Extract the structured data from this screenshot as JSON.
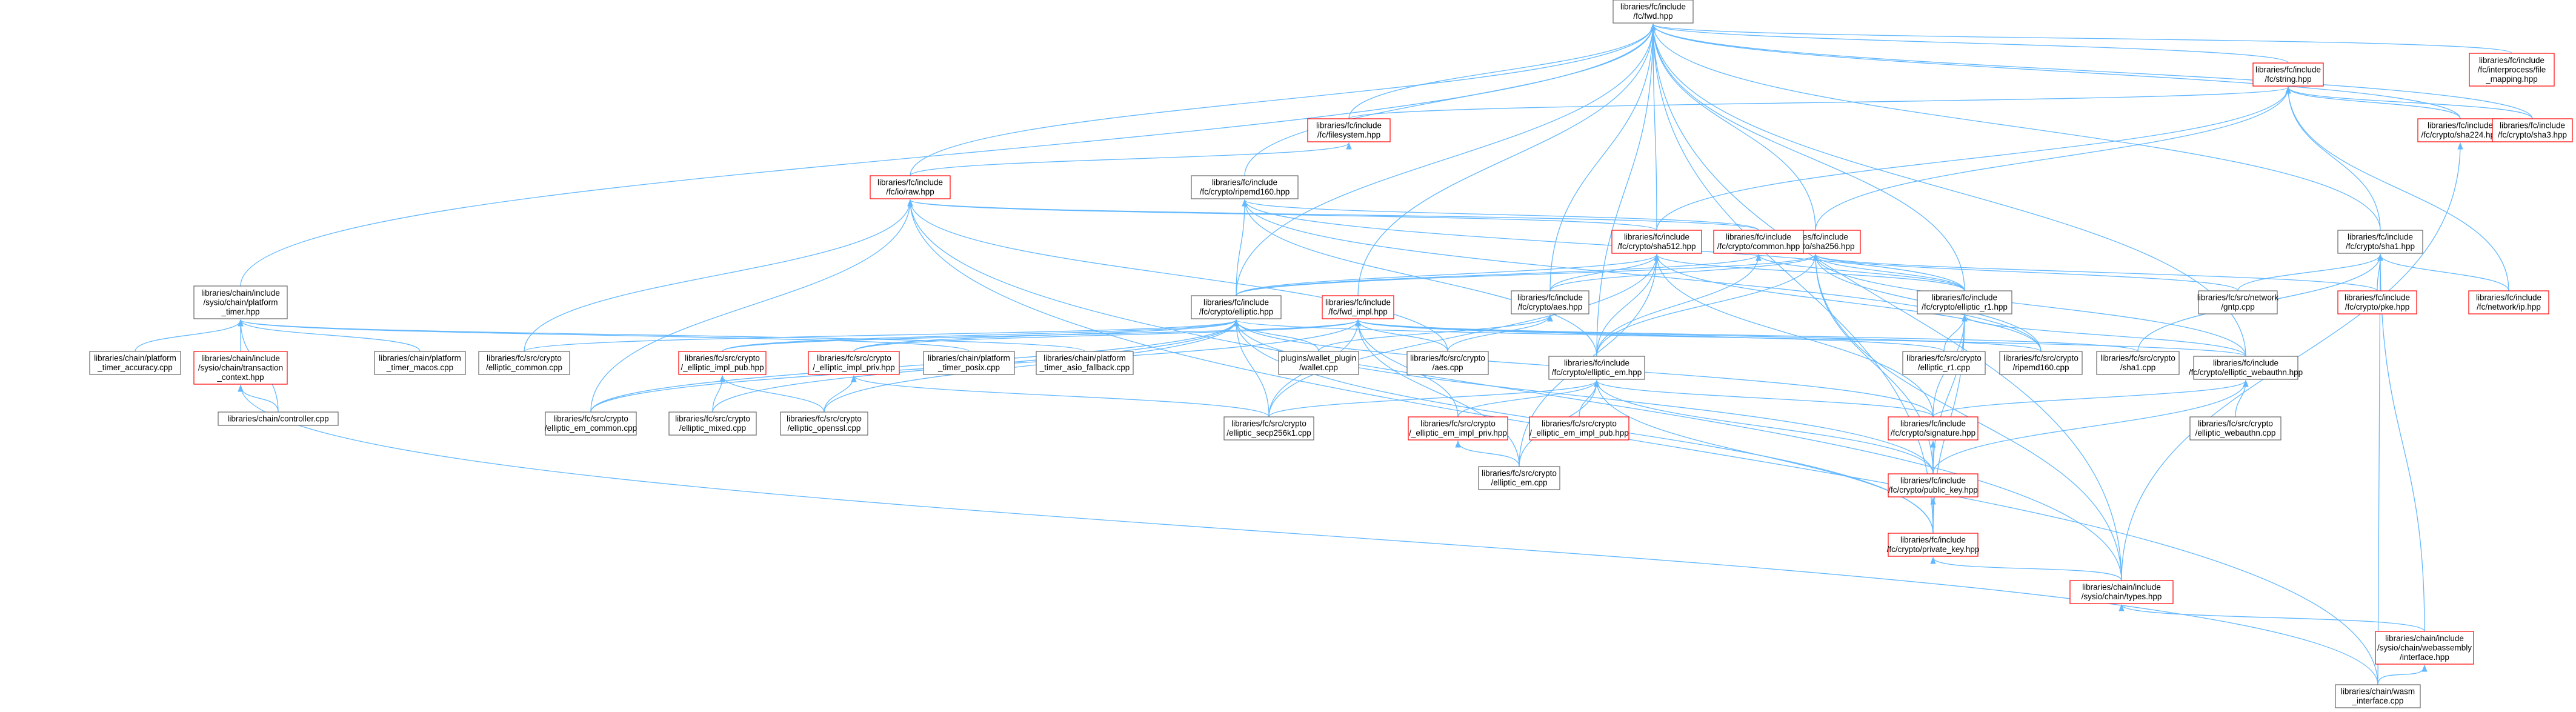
{
  "colors": {
    "edge": "#63b8ff",
    "border_default": "#666666",
    "border_incomplete": "#ff0000",
    "root_fill": "#999999",
    "node_fill": "#ffffff"
  },
  "nodes": [
    {
      "id": "fc_fwd",
      "lines": [
        "libraries/fc/include",
        "/fc/fwd.hpp"
      ],
      "style": "root"
    },
    {
      "id": "interprocess",
      "lines": [
        "libraries/fc/include",
        "/fc/interprocess/file",
        "_mapping.hpp"
      ],
      "style": "red"
    },
    {
      "id": "string",
      "lines": [
        "libraries/fc/include",
        "/fc/string.hpp"
      ],
      "style": "red"
    },
    {
      "id": "sha224",
      "lines": [
        "libraries/fc/include",
        "/fc/crypto/sha224.hpp"
      ],
      "style": "red"
    },
    {
      "id": "sha3",
      "lines": [
        "libraries/fc/include",
        "/fc/crypto/sha3.hpp"
      ],
      "style": "red"
    },
    {
      "id": "filesystem",
      "lines": [
        "libraries/fc/include",
        "/fc/filesystem.hpp"
      ],
      "style": "red"
    },
    {
      "id": "raw",
      "lines": [
        "libraries/fc/include",
        "/fc/io/raw.hpp"
      ],
      "style": "red"
    },
    {
      "id": "ripemd160",
      "lines": [
        "libraries/fc/include",
        "/fc/crypto/ripemd160.hpp"
      ],
      "style": "gray"
    },
    {
      "id": "sha1",
      "lines": [
        "libraries/fc/include",
        "/fc/crypto/sha1.hpp"
      ],
      "style": "gray"
    },
    {
      "id": "sha256",
      "lines": [
        "libraries/fc/include",
        "/fc/crypto/sha256.hpp"
      ],
      "style": "red"
    },
    {
      "id": "sha512",
      "lines": [
        "libraries/fc/include",
        "/fc/crypto/sha512.hpp"
      ],
      "style": "red"
    },
    {
      "id": "common",
      "lines": [
        "libraries/fc/include",
        "/fc/crypto/common.hpp"
      ],
      "style": "red"
    },
    {
      "id": "chain_timer",
      "lines": [
        "libraries/chain/include",
        "/sysio/chain/platform",
        "_timer.hpp"
      ],
      "style": "gray"
    },
    {
      "id": "elliptic",
      "lines": [
        "libraries/fc/include",
        "/fc/crypto/elliptic.hpp"
      ],
      "style": "gray"
    },
    {
      "id": "fwd_impl",
      "lines": [
        "libraries/fc/include",
        "/fc/fwd_impl.hpp"
      ],
      "style": "red"
    },
    {
      "id": "aes_hpp",
      "lines": [
        "libraries/fc/include",
        "/fc/crypto/aes.hpp"
      ],
      "style": "gray"
    },
    {
      "id": "elliptic_r1",
      "lines": [
        "libraries/fc/include",
        "/fc/crypto/elliptic_r1.hpp"
      ],
      "style": "gray"
    },
    {
      "id": "grip",
      "lines": [
        "libraries/fc/src/network",
        "/gntp.cpp"
      ],
      "style": "gray"
    },
    {
      "id": "pke",
      "lines": [
        "libraries/fc/include",
        "/fc/crypto/pke.hpp"
      ],
      "style": "red"
    },
    {
      "id": "ip",
      "lines": [
        "libraries/fc/include",
        "/fc/network/ip.hpp"
      ],
      "style": "red"
    },
    {
      "id": "timer_accuracy",
      "lines": [
        "libraries/chain/platform",
        "_timer_accuracy.cpp"
      ],
      "style": "gray"
    },
    {
      "id": "txn_context",
      "lines": [
        "libraries/chain/include",
        "/sysio/chain/transaction",
        "_context.hpp"
      ],
      "style": "red"
    },
    {
      "id": "timer_macos",
      "lines": [
        "libraries/chain/platform",
        "_timer_macos.cpp"
      ],
      "style": "gray"
    },
    {
      "id": "elliptic_common",
      "lines": [
        "libraries/fc/src/crypto",
        "/elliptic_common.cpp"
      ],
      "style": "gray"
    },
    {
      "id": "impl_pub",
      "lines": [
        "libraries/fc/src/crypto",
        "/_elliptic_impl_pub.hpp"
      ],
      "style": "red"
    },
    {
      "id": "impl_priv",
      "lines": [
        "libraries/fc/src/crypto",
        "/_elliptic_impl_priv.hpp"
      ],
      "style": "red"
    },
    {
      "id": "timer_posix",
      "lines": [
        "libraries/chain/platform",
        "_timer_posix.cpp"
      ],
      "style": "gray"
    },
    {
      "id": "timer_asio",
      "lines": [
        "libraries/chain/platform",
        "_timer_asio_fallback.cpp"
      ],
      "style": "gray"
    },
    {
      "id": "wallet",
      "lines": [
        "plugins/wallet_plugin",
        "/wallet.cpp"
      ],
      "style": "gray"
    },
    {
      "id": "aes_cpp",
      "lines": [
        "libraries/fc/src/crypto",
        "/aes.cpp"
      ],
      "style": "gray"
    },
    {
      "id": "elliptic_em_hpp",
      "lines": [
        "libraries/fc/include",
        "/fc/crypto/elliptic_em.hpp"
      ],
      "style": "gray"
    },
    {
      "id": "ripemd_cpp",
      "lines": [
        "libraries/fc/src/crypto",
        "/ripemd160.cpp"
      ],
      "style": "gray"
    },
    {
      "id": "elliptic_r1_cpp",
      "lines": [
        "libraries/fc/src/crypto",
        "/elliptic_r1.cpp"
      ],
      "style": "gray"
    },
    {
      "id": "sha1_cpp",
      "lines": [
        "libraries/fc/src/crypto",
        "/sha1.cpp"
      ],
      "style": "gray"
    },
    {
      "id": "webauthn_hpp",
      "lines": [
        "libraries/fc/include",
        "/fc/crypto/elliptic_webauthn.hpp"
      ],
      "style": "gray"
    },
    {
      "id": "controller",
      "lines": [
        "libraries/chain/controller.cpp"
      ],
      "style": "gray"
    },
    {
      "id": "em_common",
      "lines": [
        "libraries/fc/src/crypto",
        "/elliptic_em_common.cpp"
      ],
      "style": "gray"
    },
    {
      "id": "mixed",
      "lines": [
        "libraries/fc/src/crypto",
        "/elliptic_mixed.cpp"
      ],
      "style": "gray"
    },
    {
      "id": "openssl",
      "lines": [
        "libraries/fc/src/crypto",
        "/elliptic_openssl.cpp"
      ],
      "style": "gray"
    },
    {
      "id": "secp256k1",
      "lines": [
        "libraries/fc/src/crypto",
        "/elliptic_secp256k1.cpp"
      ],
      "style": "gray"
    },
    {
      "id": "em_impl_priv",
      "lines": [
        "libraries/fc/src/crypto",
        "/_elliptic_em_impl_priv.hpp"
      ],
      "style": "red"
    },
    {
      "id": "em_impl_pub",
      "lines": [
        "libraries/fc/src/crypto",
        "/_elliptic_em_impl_pub.hpp"
      ],
      "style": "red"
    },
    {
      "id": "signature",
      "lines": [
        "libraries/fc/include",
        "/fc/crypto/signature.hpp"
      ],
      "style": "red"
    },
    {
      "id": "webauthn_cpp",
      "lines": [
        "libraries/fc/src/crypto",
        "/elliptic_webauthn.cpp"
      ],
      "style": "gray"
    },
    {
      "id": "em_cpp",
      "lines": [
        "libraries/fc/src/crypto",
        "/elliptic_em.cpp"
      ],
      "style": "gray"
    },
    {
      "id": "public_key",
      "lines": [
        "libraries/fc/include",
        "/fc/crypto/public_key.hpp"
      ],
      "style": "red"
    },
    {
      "id": "private_key",
      "lines": [
        "libraries/fc/include",
        "/fc/crypto/private_key.hpp"
      ],
      "style": "red"
    },
    {
      "id": "types",
      "lines": [
        "libraries/chain/include",
        "/sysio/chain/types.hpp"
      ],
      "style": "red"
    },
    {
      "id": "wasm_iface_hpp",
      "lines": [
        "libraries/chain/include",
        "/sysio/chain/webassembly",
        "/interface.hpp"
      ],
      "style": "red"
    },
    {
      "id": "wasm_iface_cpp",
      "lines": [
        "libraries/chain/wasm",
        "_interface.cpp"
      ],
      "style": "gray"
    }
  ],
  "edges": [
    [
      "interprocess",
      "fc_fwd"
    ],
    [
      "string",
      "fc_fwd"
    ],
    [
      "sha224",
      "fc_fwd"
    ],
    [
      "sha3",
      "fc_fwd"
    ],
    [
      "filesystem",
      "fc_fwd"
    ],
    [
      "raw",
      "fc_fwd"
    ],
    [
      "ripemd160",
      "fc_fwd"
    ],
    [
      "sha1",
      "fc_fwd"
    ],
    [
      "sha256",
      "fc_fwd"
    ],
    [
      "sha512",
      "fc_fwd"
    ],
    [
      "chain_timer",
      "fc_fwd"
    ],
    [
      "elliptic",
      "fc_fwd"
    ],
    [
      "fwd_impl",
      "fc_fwd"
    ],
    [
      "aes_hpp",
      "fc_fwd"
    ],
    [
      "elliptic_r1",
      "fc_fwd"
    ],
    [
      "elliptic_em_hpp",
      "fc_fwd"
    ],
    [
      "webauthn_hpp",
      "fc_fwd"
    ],
    [
      "private_key",
      "fc_fwd"
    ],
    [
      "types",
      "fc_fwd"
    ],
    [
      "filesystem",
      "string"
    ],
    [
      "sha224",
      "string"
    ],
    [
      "sha3",
      "string"
    ],
    [
      "sha1",
      "string"
    ],
    [
      "sha256",
      "string"
    ],
    [
      "sha512",
      "string"
    ],
    [
      "ip",
      "string"
    ],
    [
      "types",
      "sha224"
    ],
    [
      "raw",
      "filesystem"
    ],
    [
      "sha512",
      "raw"
    ],
    [
      "common",
      "raw"
    ],
    [
      "elliptic_common",
      "raw"
    ],
    [
      "em_common",
      "raw"
    ],
    [
      "aes_cpp",
      "raw"
    ],
    [
      "types",
      "raw"
    ],
    [
      "wasm_iface_cpp",
      "raw"
    ],
    [
      "common",
      "ripemd160"
    ],
    [
      "elliptic_r1",
      "ripemd160"
    ],
    [
      "ripemd_cpp",
      "ripemd160"
    ],
    [
      "elliptic",
      "ripemd160"
    ],
    [
      "elliptic_em_hpp",
      "ripemd160"
    ],
    [
      "pke",
      "sha1"
    ],
    [
      "ip",
      "sha1"
    ],
    [
      "grip",
      "sha1"
    ],
    [
      "sha1_cpp",
      "sha1"
    ],
    [
      "wasm_iface_hpp",
      "sha1"
    ],
    [
      "wasm_iface_cpp",
      "sha1"
    ],
    [
      "elliptic",
      "sha256"
    ],
    [
      "elliptic_r1",
      "sha256"
    ],
    [
      "elliptic_em_hpp",
      "sha256"
    ],
    [
      "webauthn_hpp",
      "sha256"
    ],
    [
      "aes_hpp",
      "sha256"
    ],
    [
      "grip",
      "sha256"
    ],
    [
      "pke",
      "sha256"
    ],
    [
      "public_key",
      "sha256"
    ],
    [
      "types",
      "sha256"
    ],
    [
      "ripemd_cpp",
      "sha256"
    ],
    [
      "elliptic",
      "sha512"
    ],
    [
      "aes_hpp",
      "sha512"
    ],
    [
      "elliptic_r1",
      "sha512"
    ],
    [
      "elliptic_em_hpp",
      "sha512"
    ],
    [
      "em_cpp",
      "sha512"
    ],
    [
      "secp256k1",
      "sha512"
    ],
    [
      "ripemd_cpp",
      "sha512"
    ],
    [
      "signature",
      "sha512"
    ],
    [
      "elliptic_r1",
      "common"
    ],
    [
      "elliptic_em_hpp",
      "common"
    ],
    [
      "elliptic",
      "common"
    ],
    [
      "timer_accuracy",
      "chain_timer"
    ],
    [
      "txn_context",
      "chain_timer"
    ],
    [
      "timer_macos",
      "chain_timer"
    ],
    [
      "timer_posix",
      "chain_timer"
    ],
    [
      "timer_asio",
      "chain_timer"
    ],
    [
      "controller",
      "chain_timer"
    ],
    [
      "controller",
      "txn_context"
    ],
    [
      "wasm_iface_cpp",
      "txn_context"
    ],
    [
      "elliptic_common",
      "elliptic"
    ],
    [
      "impl_pub",
      "elliptic"
    ],
    [
      "impl_priv",
      "elliptic"
    ],
    [
      "wallet",
      "elliptic"
    ],
    [
      "em_common",
      "elliptic"
    ],
    [
      "mixed",
      "elliptic"
    ],
    [
      "openssl",
      "elliptic"
    ],
    [
      "secp256k1",
      "elliptic"
    ],
    [
      "signature",
      "elliptic"
    ],
    [
      "public_key",
      "elliptic"
    ],
    [
      "private_key",
      "elliptic"
    ],
    [
      "webauthn_hpp",
      "elliptic"
    ],
    [
      "impl_pub",
      "fwd_impl"
    ],
    [
      "impl_priv",
      "fwd_impl"
    ],
    [
      "aes_cpp",
      "fwd_impl"
    ],
    [
      "em_cpp",
      "fwd_impl"
    ],
    [
      "em_impl_priv",
      "fwd_impl"
    ],
    [
      "secp256k1",
      "fwd_impl"
    ],
    [
      "elliptic_r1_cpp",
      "fwd_impl"
    ],
    [
      "sha1_cpp",
      "fwd_impl"
    ],
    [
      "ripemd_cpp",
      "fwd_impl"
    ],
    [
      "em_common",
      "fwd_impl"
    ],
    [
      "wallet",
      "aes_hpp"
    ],
    [
      "aes_cpp",
      "aes_hpp"
    ],
    [
      "elliptic_r1_cpp",
      "elliptic_r1"
    ],
    [
      "signature",
      "elliptic_r1"
    ],
    [
      "public_key",
      "elliptic_r1"
    ],
    [
      "private_key",
      "elliptic_r1"
    ],
    [
      "webauthn_hpp",
      "elliptic_r1"
    ],
    [
      "mixed",
      "impl_pub"
    ],
    [
      "openssl",
      "impl_pub"
    ],
    [
      "openssl",
      "impl_priv"
    ],
    [
      "secp256k1",
      "impl_priv"
    ],
    [
      "em_impl_priv",
      "elliptic_em_hpp"
    ],
    [
      "em_impl_pub",
      "elliptic_em_hpp"
    ],
    [
      "em_cpp",
      "elliptic_em_hpp"
    ],
    [
      "secp256k1",
      "elliptic_em_hpp"
    ],
    [
      "signature",
      "elliptic_em_hpp"
    ],
    [
      "public_key",
      "elliptic_em_hpp"
    ],
    [
      "private_key",
      "elliptic_em_hpp"
    ],
    [
      "em_cpp",
      "em_impl_priv"
    ],
    [
      "signature",
      "webauthn_hpp"
    ],
    [
      "public_key",
      "webauthn_hpp"
    ],
    [
      "webauthn_cpp",
      "webauthn_hpp"
    ],
    [
      "public_key",
      "signature"
    ],
    [
      "private_key",
      "public_key"
    ],
    [
      "types",
      "private_key"
    ],
    [
      "wasm_iface_hpp",
      "types"
    ],
    [
      "wasm_iface_cpp",
      "wasm_iface_hpp"
    ]
  ]
}
